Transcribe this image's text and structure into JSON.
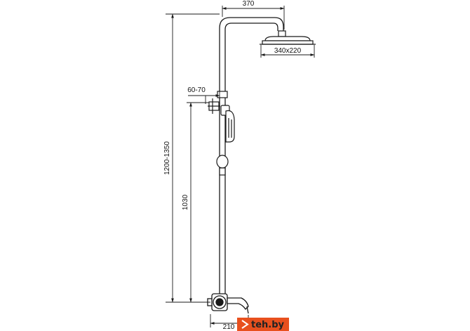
{
  "dimensions": {
    "arm_length": "370",
    "head_size": "340x220",
    "wall_offset": "60-70",
    "total_height": "1200-1350",
    "holder_height": "1030",
    "spout_offset": "210"
  },
  "watermark": {
    "brand": "teh.by",
    "accent_color": "#e8501e"
  },
  "colors": {
    "line": "#1a1a1a",
    "background": "#ffffff"
  }
}
